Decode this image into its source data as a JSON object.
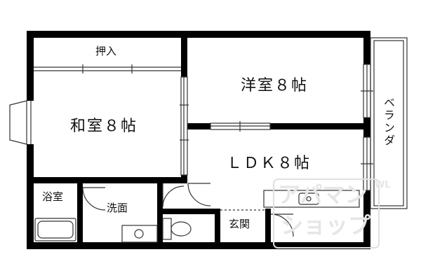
{
  "rooms": {
    "oshiire": "押入",
    "washitsu": "和室８帖",
    "youshitsu": "洋室８帖",
    "ldk": "ＬＤＫ８帖",
    "veranda": "ベランダ",
    "bathroom": "浴室",
    "washroom": "洗面",
    "entrance": "玄関"
  },
  "watermark": {
    "line1": "アパマン",
    "line2": "ショップ",
    "mark": "WL"
  },
  "colors": {
    "wall": "#000000",
    "line": "#333333",
    "watermark": "#e6e6e6"
  }
}
